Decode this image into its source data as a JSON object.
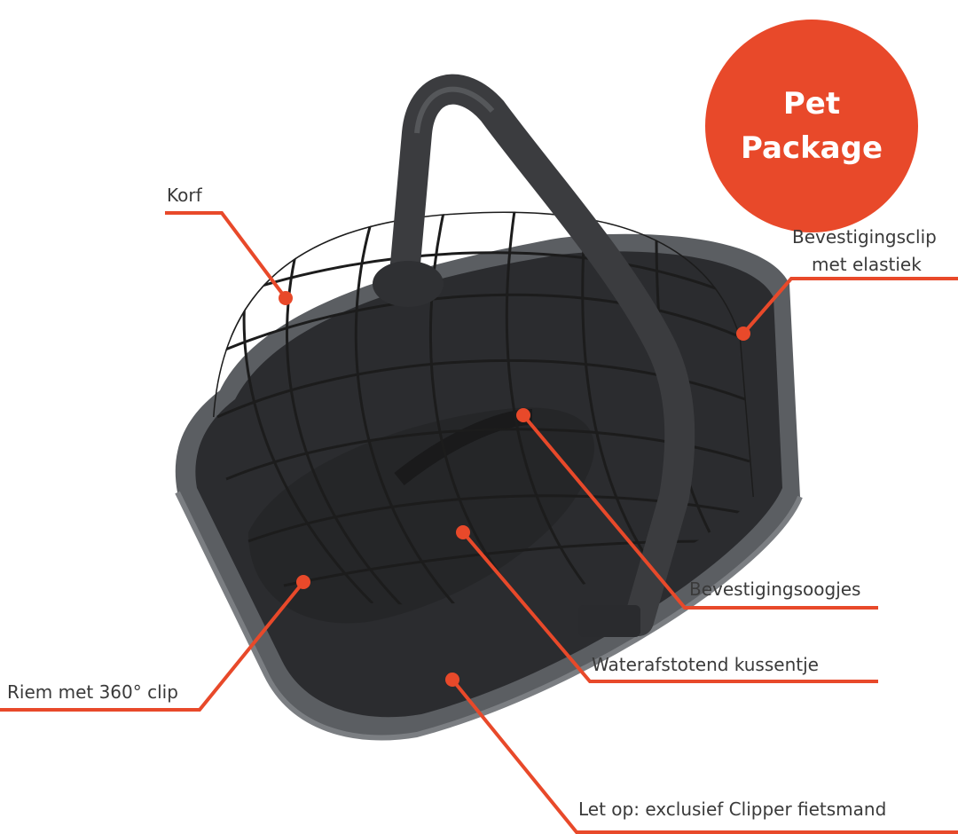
{
  "colors": {
    "accent": "#E8492A",
    "basket": "#5a5d61",
    "wire": "#1e1e1e",
    "handle": "#3a3b3e",
    "cushion": "#2b2c2e"
  },
  "badge": {
    "line1": "Pet",
    "line2": "Package"
  },
  "callouts": {
    "korf": "Korf",
    "clip_line1": "Bevestigingsclip",
    "clip_line2": "met elastiek",
    "oogjes": "Bevestigingsoogjes",
    "kussentje": "Waterafstotend kussentje",
    "riem": "Riem met 360° clip",
    "letop": "Let op: exclusief Clipper fietsmand"
  }
}
